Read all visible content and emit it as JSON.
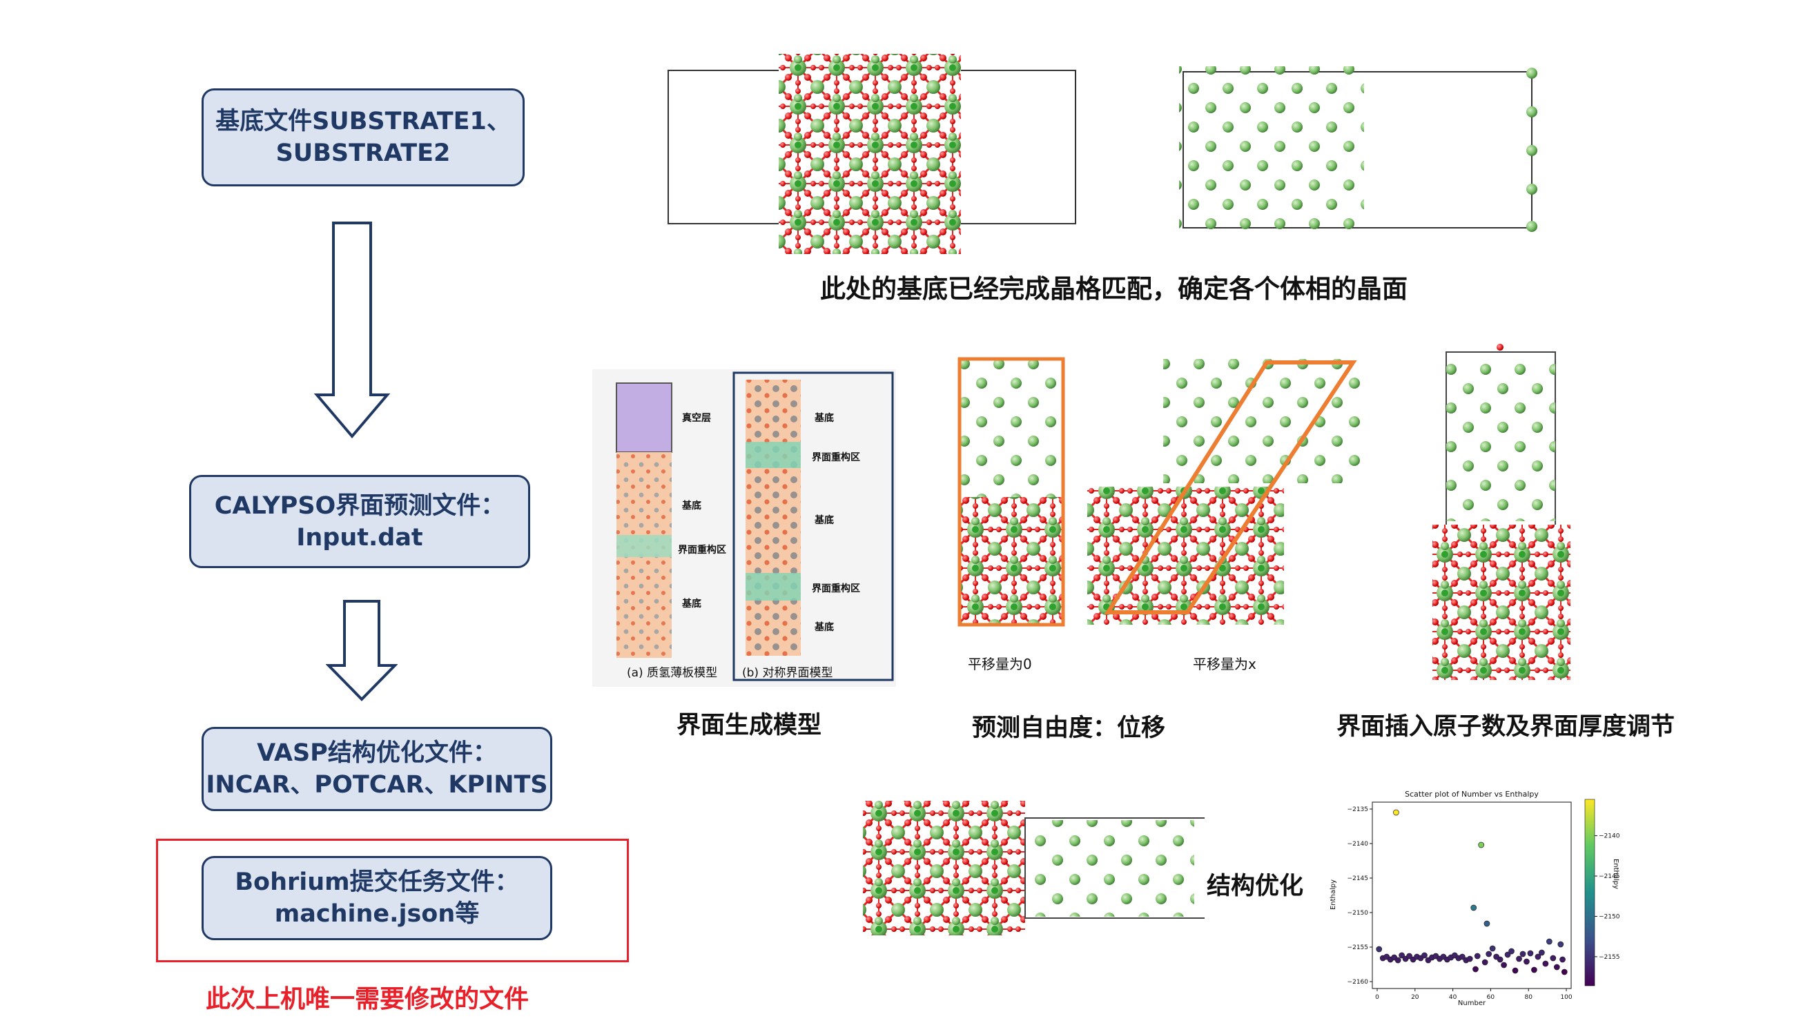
{
  "workflow": {
    "step1": {
      "line1": "基底文件SUBSTRATE1、",
      "line2": "SUBSTRATE2"
    },
    "step2": {
      "line1": "CALYPSO界面预测文件：",
      "line2": "Input.dat"
    },
    "step3": {
      "line1": "VASP结构优化文件：",
      "line2": "INCAR、POTCAR、KPINTS"
    },
    "step4": {
      "line1": "Bohrium提交任务文件：",
      "line2": "machine.json等"
    },
    "note": "此次上机唯一需要修改的文件"
  },
  "captions": {
    "substrate": "此处的基底已经完成晶格匹配，确定各个体相的晶面",
    "interface_model": "界面生成模型",
    "freedom": "预测自由度：位移",
    "insertion": "界面插入原子数及界面厚度调节",
    "optimization": "结构优化"
  },
  "model_figure": {
    "vacuum": "真空层",
    "substrate": "基底",
    "recon": "界面重构区",
    "caption_a": "(a) 质氢薄板模型",
    "caption_b": "(b) 对称界面模型"
  },
  "shift_labels": {
    "zero": "平移量为0",
    "x": "平移量为x"
  },
  "chart_data": {
    "type": "scatter",
    "title": "Scatter plot of Number vs Enthalpy",
    "xlabel": "Number",
    "ylabel": "Enthalpy",
    "colorbar_label": "Enthalpy",
    "xlim": [
      0,
      100
    ],
    "ylim": [
      -2161,
      -2134
    ],
    "xticks": [
      0,
      20,
      40,
      60,
      80,
      100
    ],
    "yticks": [
      -2135,
      -2140,
      -2145,
      -2150,
      -2155,
      -2160
    ],
    "cbar_ticks": [
      -2140,
      -2145,
      -2150,
      -2155
    ],
    "x": [
      1,
      3,
      5,
      7,
      9,
      10,
      11,
      13,
      15,
      17,
      19,
      21,
      23,
      25,
      27,
      29,
      31,
      33,
      35,
      37,
      39,
      41,
      43,
      45,
      47,
      49,
      51,
      52,
      53,
      55,
      57,
      58,
      59,
      61,
      63,
      65,
      67,
      69,
      71,
      73,
      75,
      77,
      79,
      81,
      83,
      85,
      87,
      89,
      91,
      93,
      95,
      97,
      98,
      99
    ],
    "y": [
      -2155.3,
      -2156.6,
      -2156.4,
      -2156.8,
      -2156.5,
      -2135.5,
      -2156.9,
      -2156.2,
      -2156.7,
      -2156.3,
      -2156.8,
      -2156.4,
      -2156.6,
      -2156.2,
      -2156.9,
      -2156.5,
      -2156.3,
      -2156.7,
      -2156.4,
      -2156.8,
      -2156.5,
      -2156.2,
      -2156.6,
      -2156.4,
      -2156.9,
      -2156.7,
      -2149.3,
      -2158.2,
      -2156.3,
      -2140.2,
      -2157.2,
      -2151.6,
      -2156.0,
      -2155.2,
      -2156.4,
      -2156.8,
      -2157.6,
      -2156.1,
      -2155.6,
      -2158.4,
      -2156.7,
      -2156.0,
      -2157.1,
      -2155.9,
      -2158.3,
      -2156.4,
      -2155.8,
      -2157.4,
      -2154.2,
      -2156.6,
      -2157.9,
      -2154.6,
      -2156.8,
      -2158.6
    ]
  }
}
